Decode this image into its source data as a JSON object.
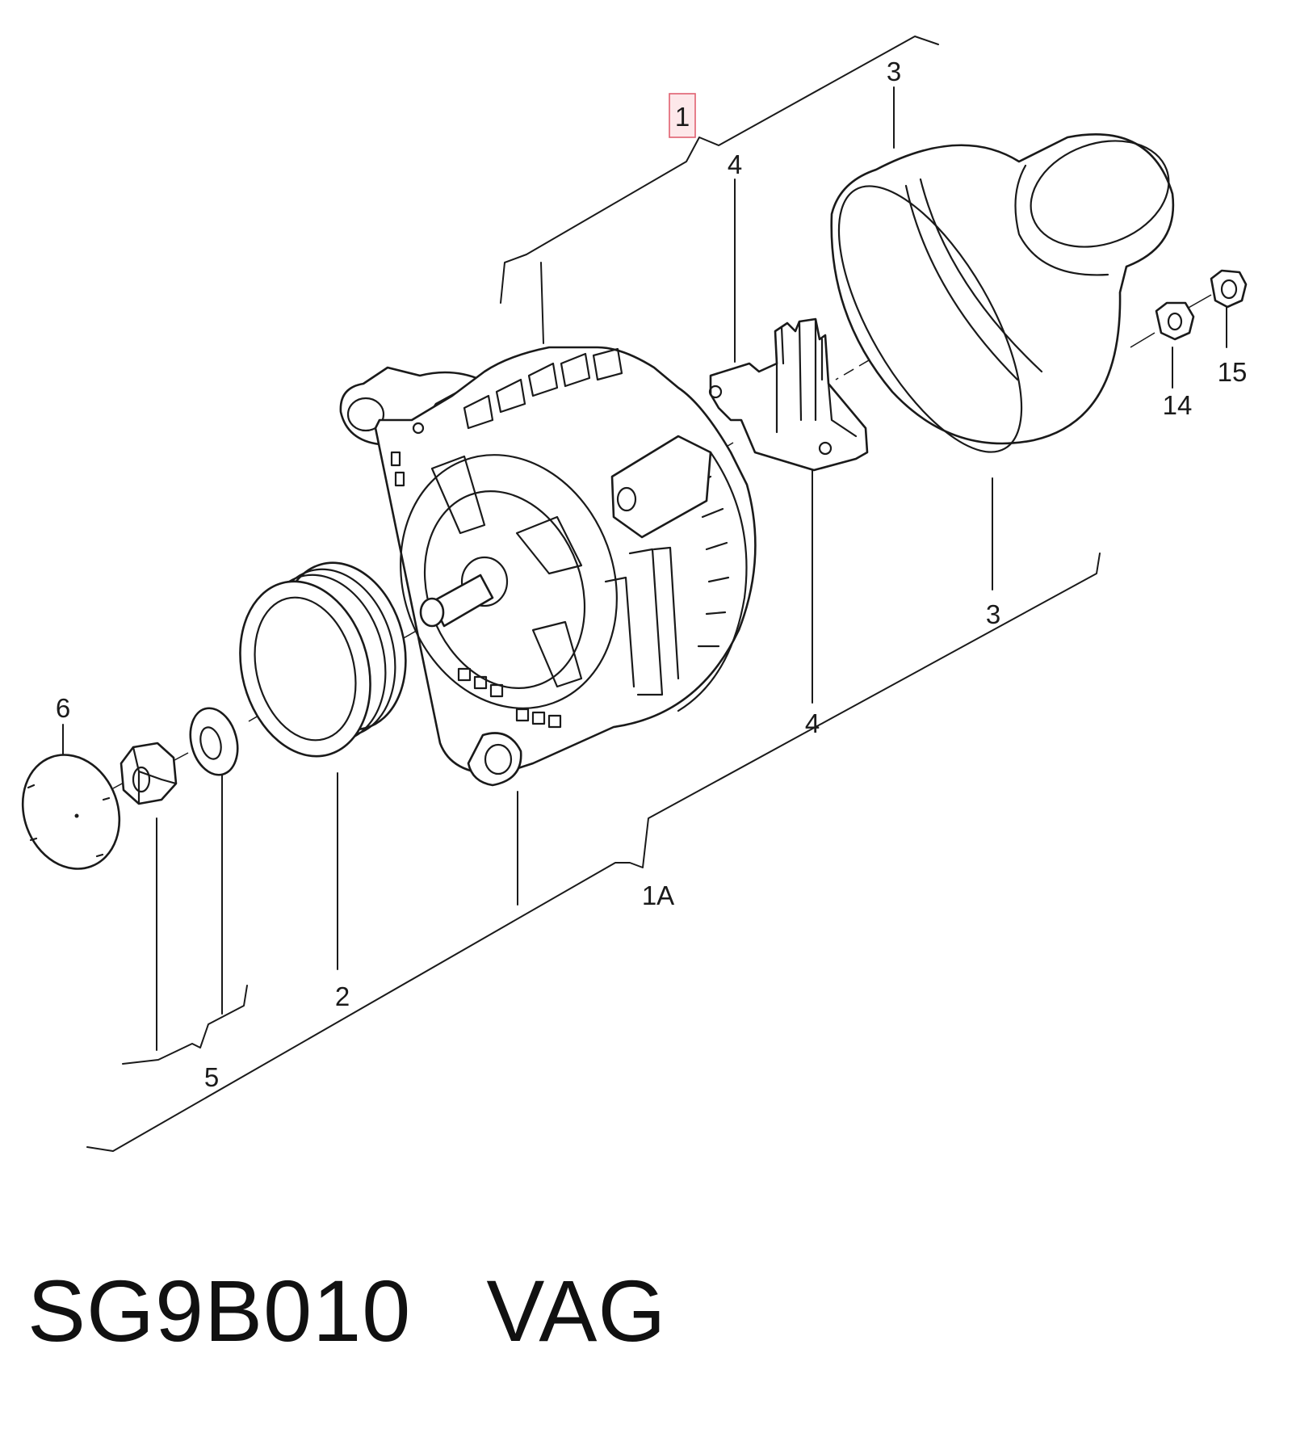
{
  "diagram": {
    "callouts": {
      "part_1": "1",
      "part_1a": "1A",
      "part_2": "2",
      "part_3_top": "3",
      "part_3_bottom": "3",
      "part_4_top": "4",
      "part_4_bottom": "4",
      "part_5": "5",
      "part_6": "6",
      "part_14": "14",
      "part_15": "15"
    },
    "highlight_color": "#e06070"
  },
  "caption": {
    "text": "SG9B010   VAG"
  }
}
